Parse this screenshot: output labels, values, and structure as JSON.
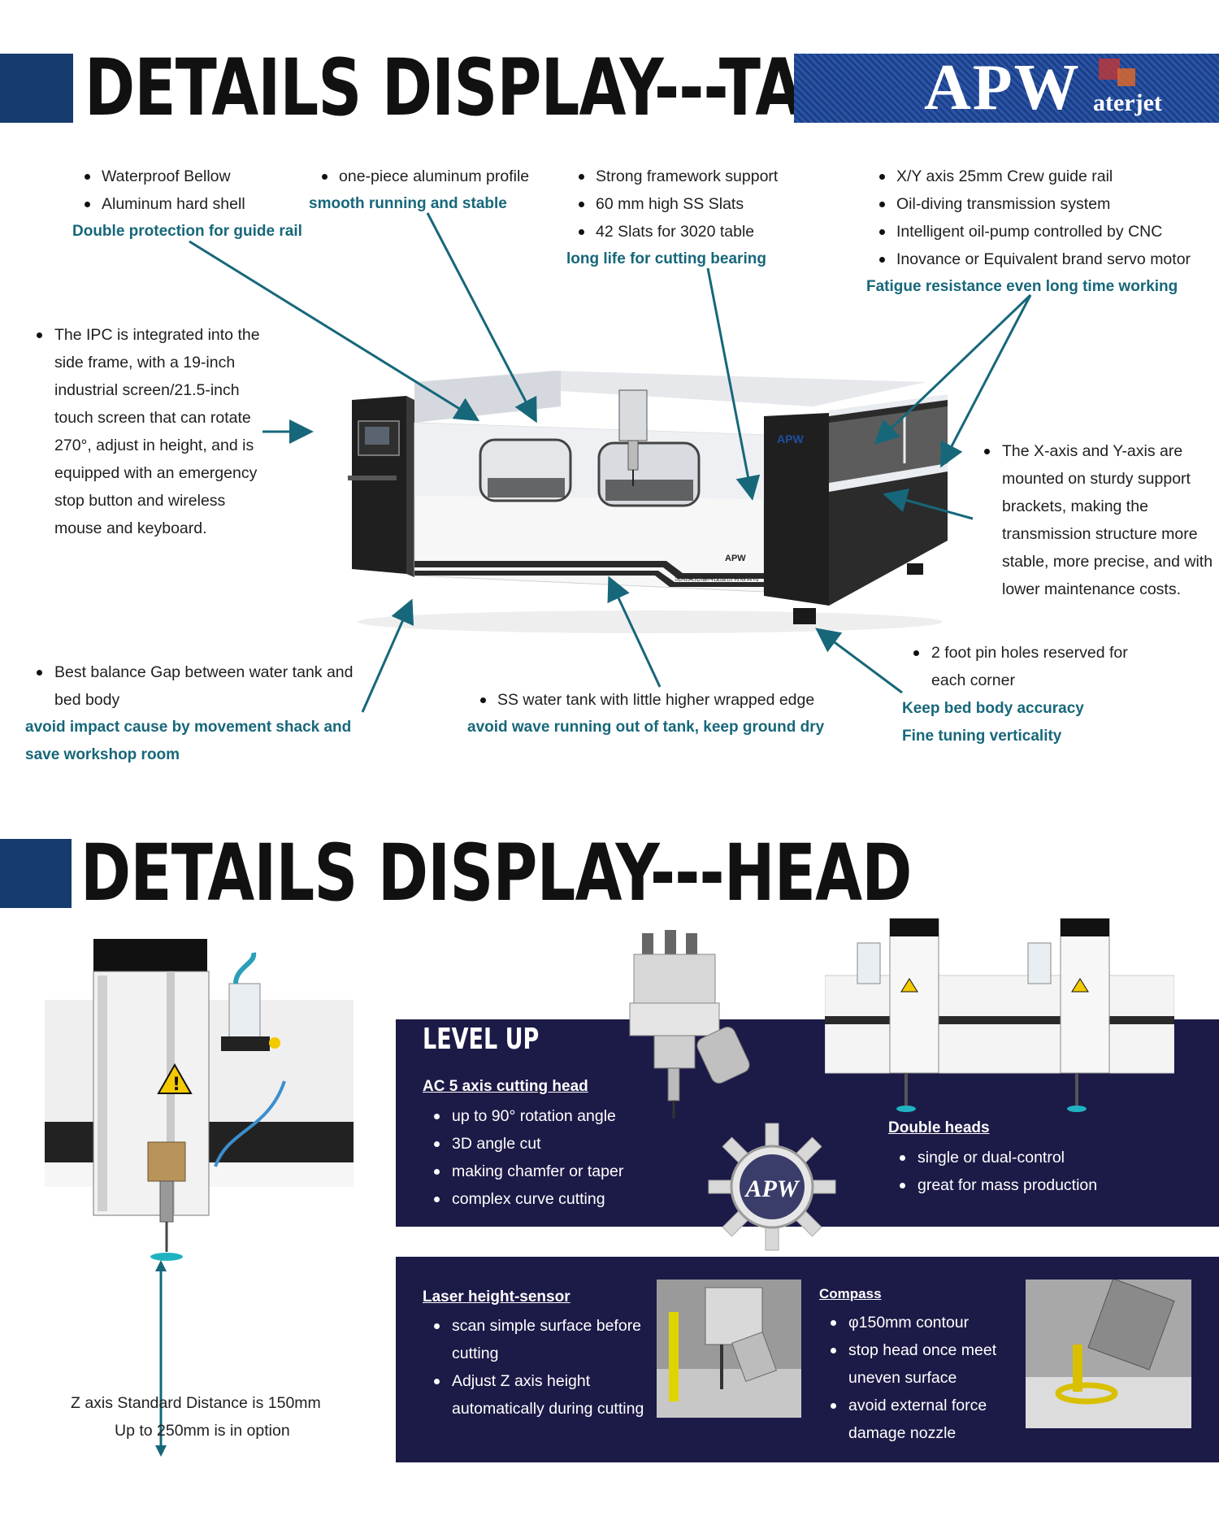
{
  "colors": {
    "navy": "#163b6e",
    "teal": "#17677a",
    "panel": "#1c1a47",
    "arrow": "#17677a"
  },
  "logo": {
    "brand": "APW",
    "suffix": "aterjet"
  },
  "table_section": {
    "title": "DETAILS DISPLAY---TABLE",
    "bellow": {
      "items": [
        "Waterproof Bellow",
        "Aluminum hard shell"
      ],
      "highlight": "Double protection for guide rail"
    },
    "profile": {
      "items": [
        "one-piece aluminum profile"
      ],
      "highlight": "smooth running and stable"
    },
    "slats": {
      "items": [
        "Strong framework support",
        "60 mm high SS Slats",
        "42 Slats for 3020 table"
      ],
      "highlight": "long life for cutting bearing"
    },
    "rail": {
      "items": [
        "X/Y axis 25mm Crew guide rail",
        "Oil-diving transmission system",
        "Intelligent oil-pump controlled by CNC",
        "Inovance or Equivalent brand servo motor"
      ],
      "highlight": "Fatigue resistance even long time working"
    },
    "ipc": {
      "lines": [
        "The IPC is integrated into the",
        "side frame, with a 19-inch",
        "industrial screen/21.5-inch",
        "touch screen that can rotate",
        "270°, adjust in height, and is",
        "equipped with an emergency",
        "stop button and wireless",
        "mouse and keyboard."
      ]
    },
    "axis": {
      "lines": [
        "The X-axis and Y-axis are",
        "mounted on sturdy support",
        "brackets, making the",
        "transmission structure more",
        "stable, more precise, and with",
        "lower maintenance costs."
      ]
    },
    "gap": {
      "lines": [
        "Best balance Gap between water tank and",
        "bed body"
      ],
      "highlight": [
        "avoid impact cause by movement shack and",
        "save workshop room"
      ]
    },
    "tank": {
      "items": [
        "SS water tank with little higher wrapped edge"
      ],
      "highlight": "avoid wave running out of tank, keep ground dry"
    },
    "foot": {
      "lines": [
        "2 foot pin holes reserved for",
        "each corner"
      ],
      "highlight": [
        "Keep bed body accuracy",
        "Fine tuning verticality"
      ]
    },
    "machine_text": {
      "brand": "APW",
      "company": "沈阳奥拓福科技股份有限公司"
    }
  },
  "head_section": {
    "title": "DETAILS DISPLAY---HEAD",
    "caption": [
      "Z axis Standard Distance is 150mm",
      "Up to 250mm is in option"
    ],
    "level_up": {
      "title": "LEVEL UP",
      "ac5": {
        "heading": "AC 5 axis cutting head",
        "items": [
          "up to 90° rotation angle",
          "3D angle cut",
          "making chamfer or taper",
          "complex curve cutting"
        ]
      },
      "double": {
        "heading": "Double heads",
        "items": [
          "single or dual-control",
          "great for mass production"
        ]
      },
      "gear_label": "APW"
    },
    "sensor": {
      "laser": {
        "heading": "Laser height-sensor",
        "items": [
          [
            "scan simple surface before",
            "cutting"
          ],
          [
            "Adjust Z axis height",
            "automatically during cutting"
          ]
        ]
      },
      "compass": {
        "heading": "Compass",
        "items": [
          [
            "φ150mm contour"
          ],
          [
            "stop head once meet",
            "uneven surface"
          ],
          [
            "avoid external force",
            "damage nozzle"
          ]
        ]
      }
    }
  }
}
